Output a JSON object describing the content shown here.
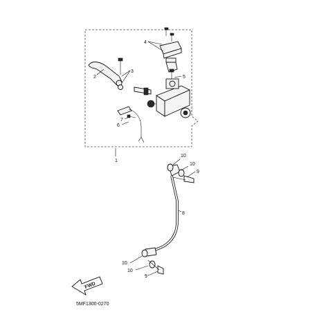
{
  "diagram_code": "5MF1300-0270",
  "fwd_label": "FWD",
  "callouts": {
    "c1": "1",
    "c2": "2",
    "c3": "3",
    "c4": "4",
    "c5": "5",
    "c6": "6",
    "c7": "7",
    "c8": "8",
    "c9a": "9",
    "c9b": "9",
    "c10a": "10",
    "c10b": "10",
    "c10c": "10",
    "c10d": "10"
  }
}
